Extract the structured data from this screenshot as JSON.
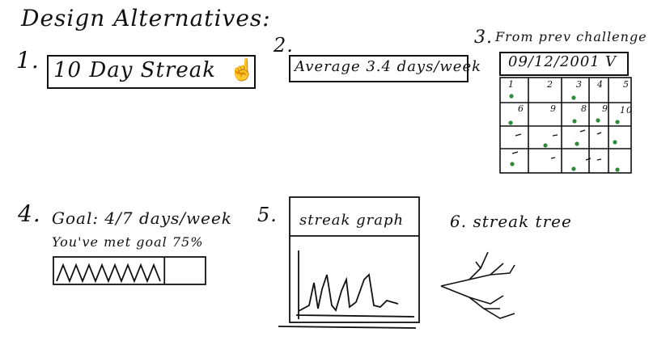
{
  "title": "Design Alternatives:",
  "alt1": {
    "number": "1.",
    "label": "10 Day Streak"
  },
  "alt2": {
    "number": "2.",
    "label": "Average 3.4 days/week"
  },
  "alt3": {
    "number": "3.",
    "label": "From prev challenge",
    "date": "09/12/2001",
    "dropdown_glyph": "V",
    "calendar_days": [
      "1",
      "2",
      "3",
      "4",
      "5",
      "6",
      "9",
      "8",
      "9",
      "10"
    ]
  },
  "alt4": {
    "number": "4.",
    "goal": "Goal: 4/7 days/week",
    "met": "You've met goal 75%",
    "progress_fraction": 0.73
  },
  "alt5": {
    "number": "5.",
    "label": "streak graph"
  },
  "alt6": {
    "number": "6.",
    "label": "streak tree"
  },
  "colors": {
    "ink": "#111111",
    "marker_green": "#2e8b3a"
  }
}
